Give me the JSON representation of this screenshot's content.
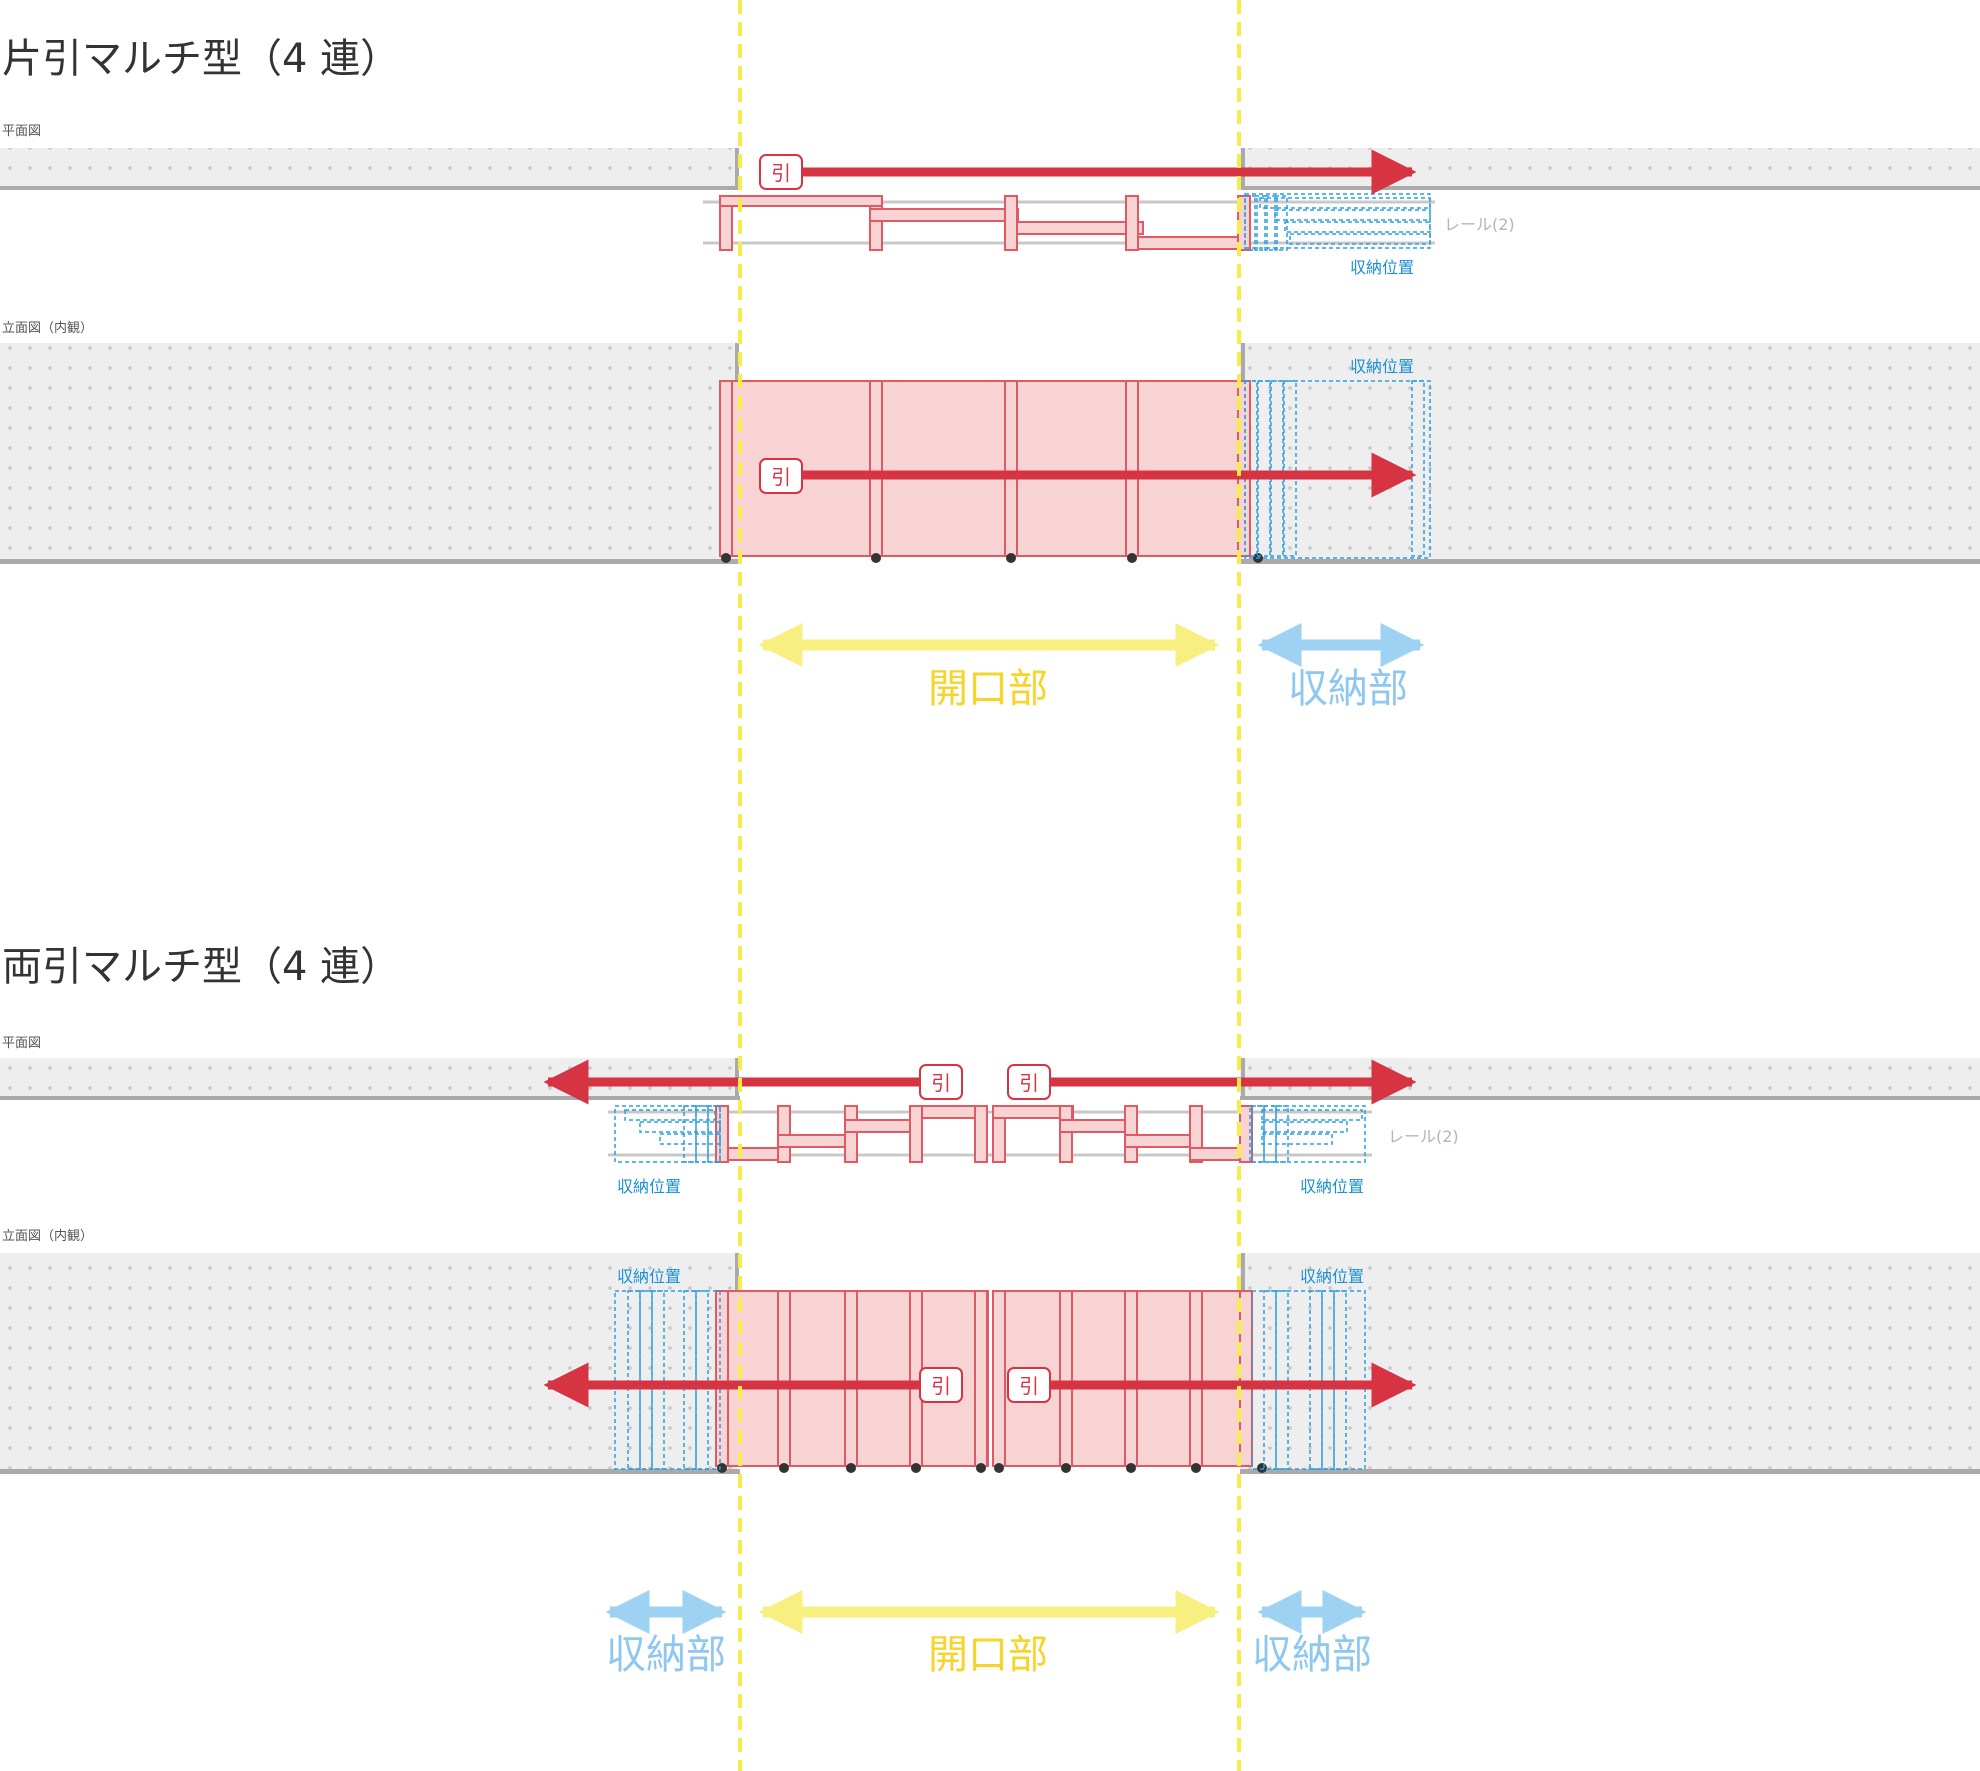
{
  "section_single": {
    "title": "片引マルチ型（4 連）",
    "plan_label": "平面図",
    "rail_label": "レール(2)",
    "storage_position": "収納位置",
    "pull": "引",
    "elevation_label": "立面図（内観）",
    "elevation_storage_position": "収納位置",
    "elevation_pull": "引",
    "opening": "開口部",
    "storage": "収納部"
  },
  "section_double": {
    "title": "両引マルチ型（4 連）",
    "plan_label": "平面図",
    "rail_label": "レール(2)",
    "storage_position_left": "収納位置",
    "storage_position_right": "収納位置",
    "pull_left": "引",
    "pull_right": "引",
    "elevation_label": "立面図（内観）",
    "elevation_storage_left": "収納位置",
    "elevation_storage_right": "収納位置",
    "elevation_pull_left": "引",
    "elevation_pull_right": "引",
    "storage_left": "収納部",
    "opening": "開口部",
    "storage_right": "収納部"
  },
  "colors": {
    "door_fill": "#f8d3d3",
    "door_stroke": "#e05a63",
    "arrow": "#d63343",
    "opening_guide": "#f7ec4a",
    "opening_arrow": "#f7ef7f",
    "storage_arrow": "#9dd2f2",
    "storage_outline": "#2a9de0",
    "wall": "#eeeeee",
    "wall_line": "#aaaaaa"
  }
}
